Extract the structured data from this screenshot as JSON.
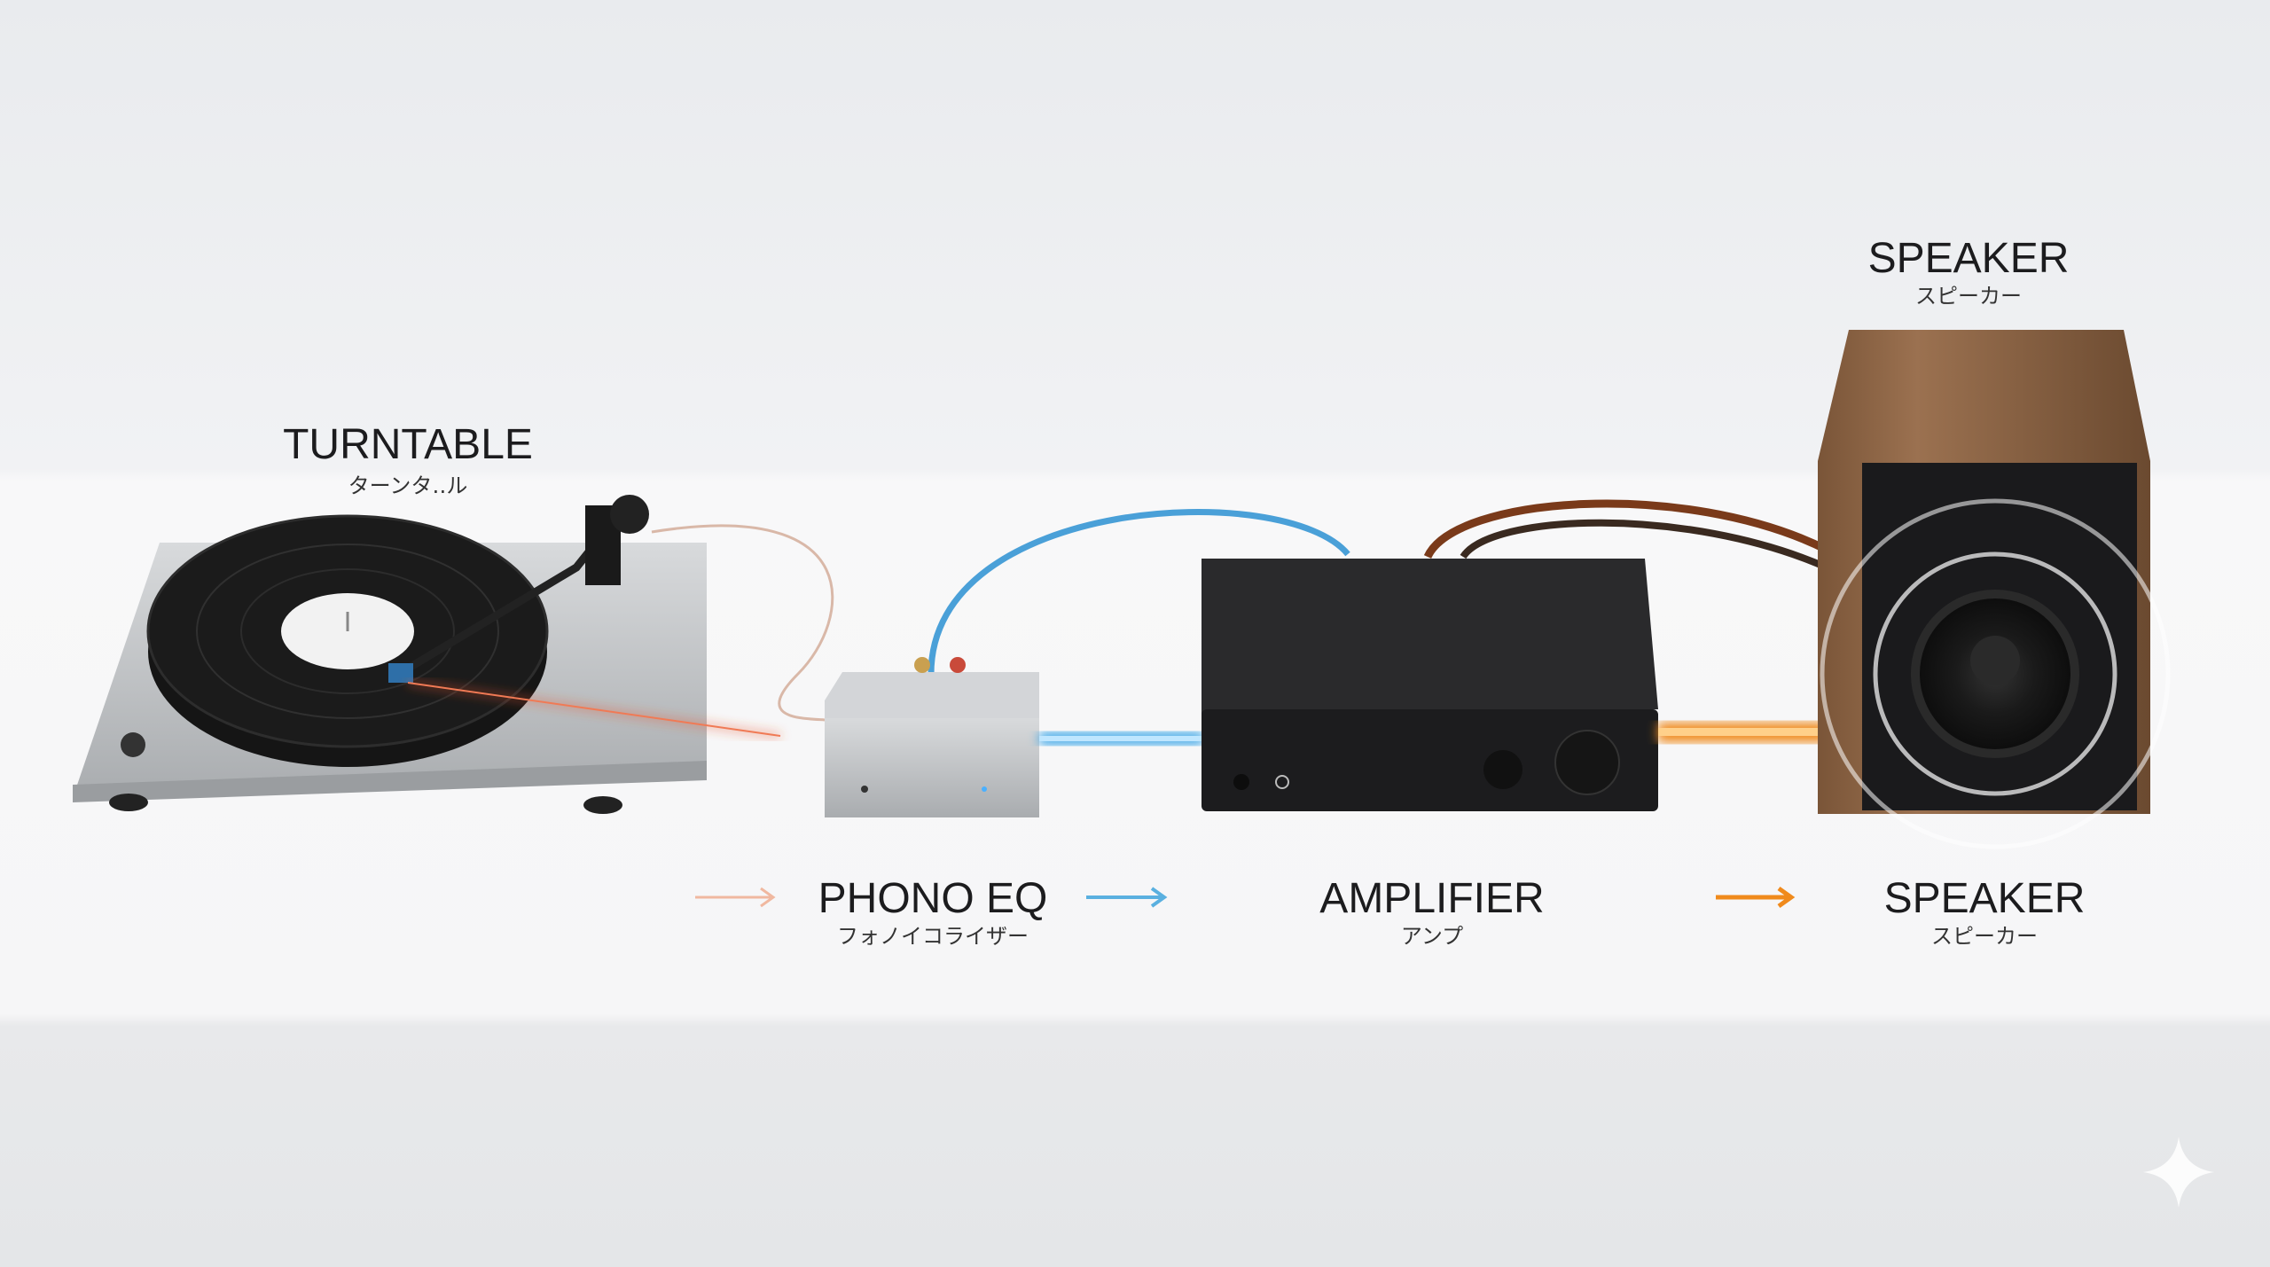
{
  "title": "Turntable signal chain",
  "components": {
    "turntable": {
      "label": "TURNTABLE",
      "label_jp": "ターンタ‥ル"
    },
    "phono_eq": {
      "label": "PHONO EQ",
      "label_jp": "フォノイコライザー"
    },
    "amplifier": {
      "label": "AMPLIFIER",
      "label_jp": "アンプ"
    },
    "speaker_top": {
      "label": "SPEAKER",
      "label_jp": "スピーカー"
    },
    "speaker": {
      "label": "SPEAKER",
      "label_jp": "スピーカー"
    }
  },
  "signal_colors": {
    "turntable_to_eq": "#e8542f",
    "eq_to_amp": "#3aa6e8",
    "amp_to_speaker": "#f08a1c"
  },
  "icons": [
    "arrow-right-icon",
    "sparkle-icon"
  ]
}
